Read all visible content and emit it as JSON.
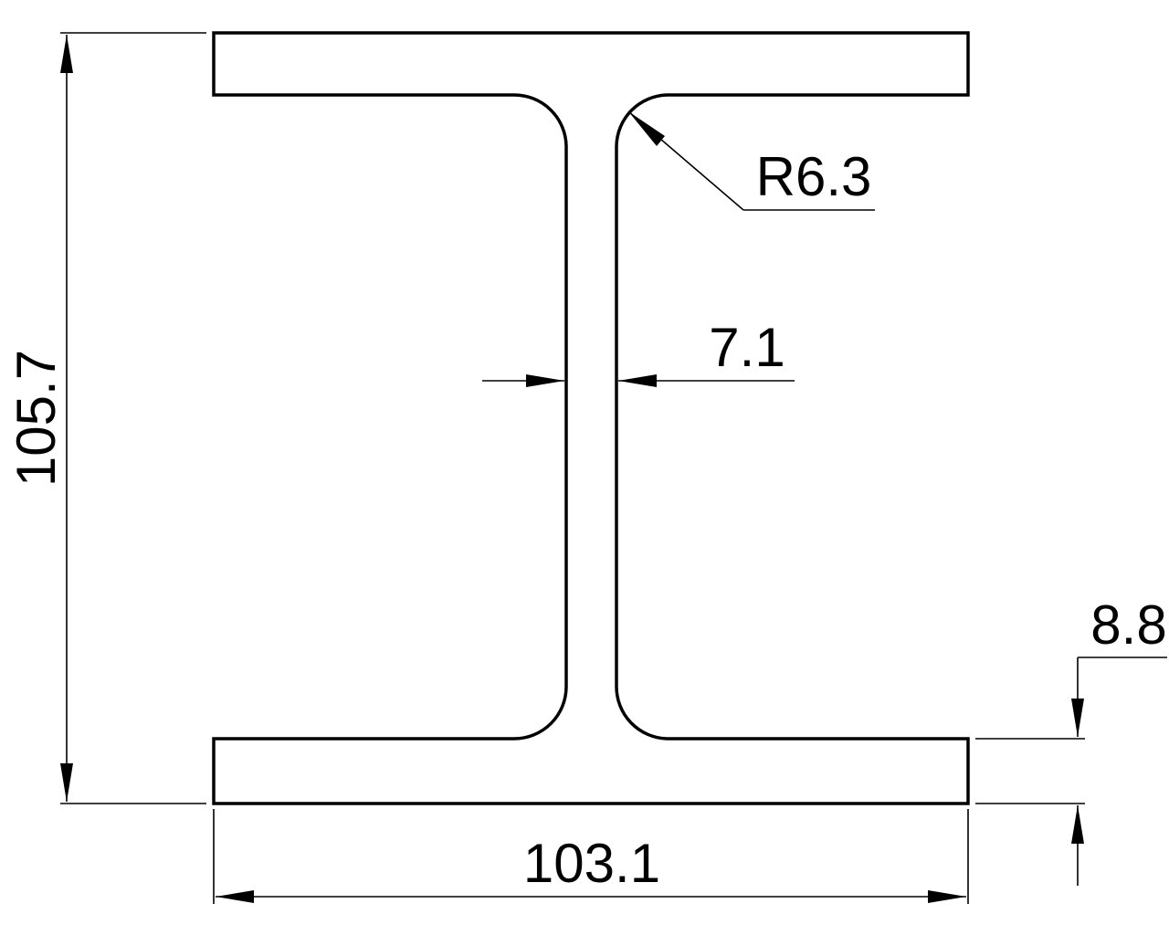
{
  "drawing": {
    "dimensions": {
      "height": "105.7",
      "width": "103.1",
      "web_thickness": "7.1",
      "flange_thickness": "8.8",
      "fillet_radius": "R6.3"
    },
    "line_color": "#000000",
    "background_color": "#ffffff"
  }
}
